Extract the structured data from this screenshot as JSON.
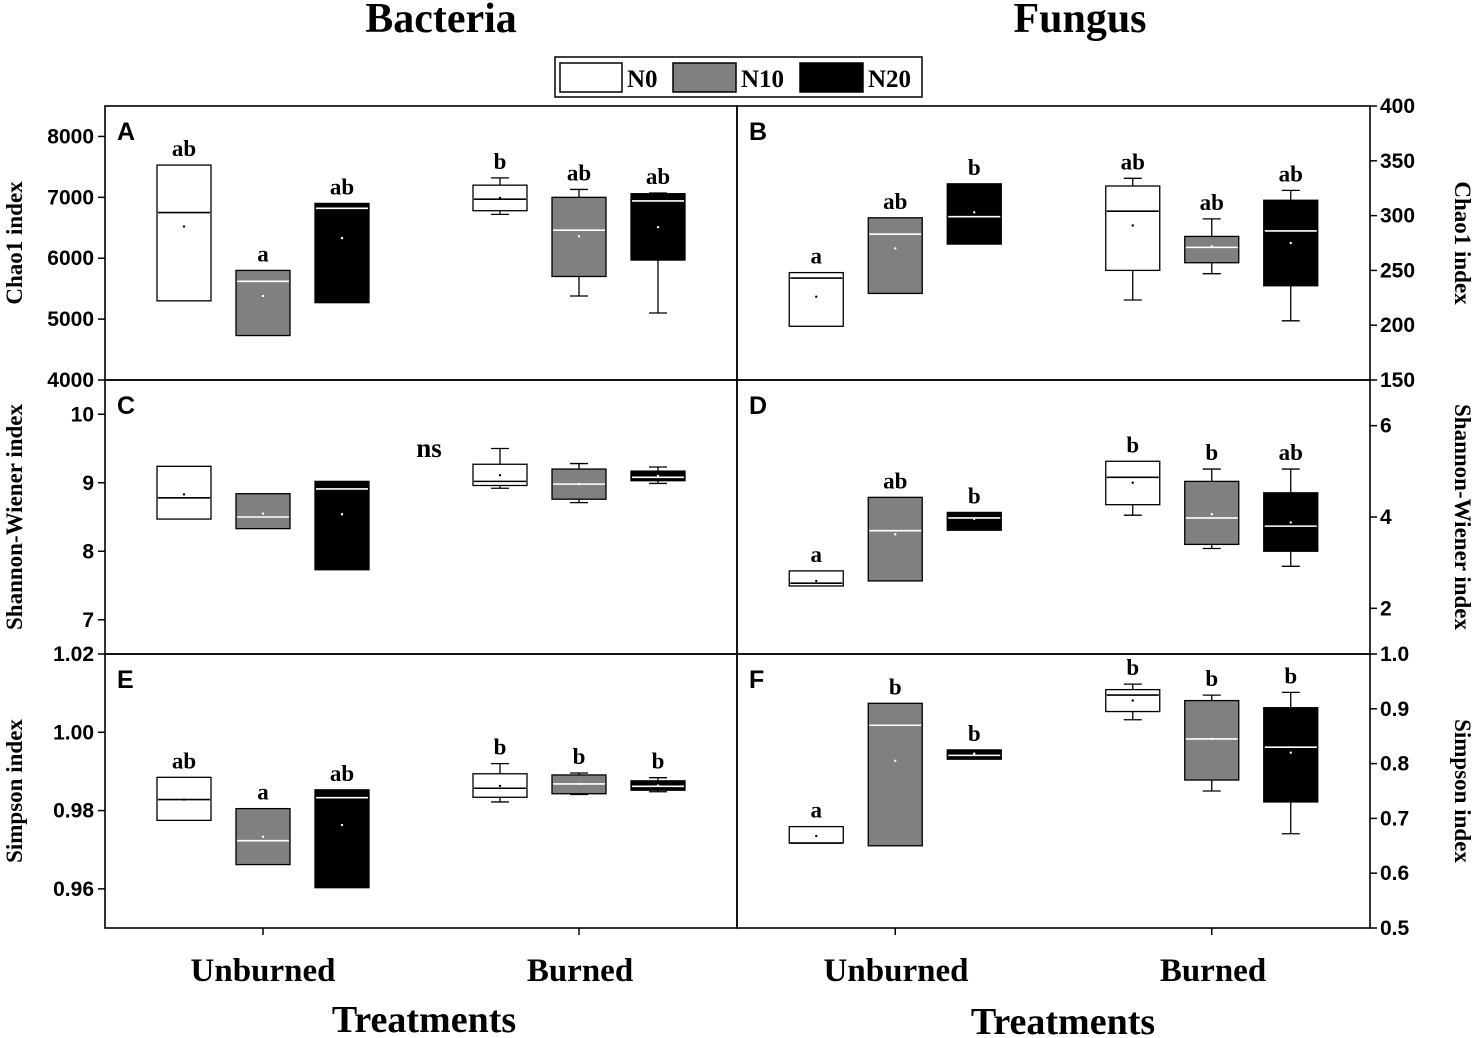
{
  "figure": {
    "column_titles": [
      "Bacteria",
      "Fungus"
    ],
    "x_title": "Treatments"
  },
  "legend": [
    {
      "name": "N0",
      "color": "#ffffff"
    },
    {
      "name": "N10",
      "color": "#808080"
    },
    {
      "name": "N20",
      "color": "#000000"
    }
  ],
  "chart_data": [
    {
      "type": "box",
      "panel": "A",
      "ylabel": "Chao1 index",
      "ylim": [
        4000,
        8500
      ],
      "yticks": [
        4000,
        5000,
        6000,
        7000,
        8000
      ],
      "categories": [
        "Unburned",
        "Burned"
      ],
      "boxes": [
        {
          "category": "Unburned",
          "series": "N0",
          "whisker_low": 5300,
          "q1": 5300,
          "median": 6750,
          "q3": 7530,
          "whisker_high": 7530,
          "mean": 6520,
          "sig": "ab"
        },
        {
          "category": "Unburned",
          "series": "N10",
          "whisker_low": 4730,
          "q1": 4730,
          "median": 5620,
          "q3": 5800,
          "whisker_high": 5800,
          "mean": 5380,
          "sig": "a"
        },
        {
          "category": "Unburned",
          "series": "N20",
          "whisker_low": 5270,
          "q1": 5270,
          "median": 6820,
          "q3": 6900,
          "whisker_high": 6900,
          "mean": 6330,
          "sig": "ab"
        },
        {
          "category": "Burned",
          "series": "N0",
          "whisker_low": 6720,
          "q1": 6780,
          "median": 6970,
          "q3": 7200,
          "whisker_high": 7320,
          "mean": 6990,
          "sig": "b"
        },
        {
          "category": "Burned",
          "series": "N10",
          "whisker_low": 5380,
          "q1": 5700,
          "median": 6460,
          "q3": 7000,
          "whisker_high": 7130,
          "mean": 6360,
          "sig": "ab"
        },
        {
          "category": "Burned",
          "series": "N20",
          "whisker_low": 5100,
          "q1": 5970,
          "median": 6940,
          "q3": 7060,
          "whisker_high": 7070,
          "mean": 6510,
          "sig": "ab"
        }
      ]
    },
    {
      "type": "box",
      "panel": "B",
      "ylabel": "Chao1 index",
      "ylim": [
        150,
        400
      ],
      "yticks": [
        150,
        200,
        250,
        300,
        350,
        400
      ],
      "categories": [
        "Unburned",
        "Burned"
      ],
      "boxes": [
        {
          "category": "Unburned",
          "series": "N0",
          "whisker_low": 199,
          "q1": 199,
          "median": 243,
          "q3": 248,
          "whisker_high": 248,
          "mean": 226,
          "sig": "a"
        },
        {
          "category": "Unburned",
          "series": "N10",
          "whisker_low": 229,
          "q1": 229,
          "median": 283,
          "q3": 298,
          "whisker_high": 298,
          "mean": 270,
          "sig": "ab"
        },
        {
          "category": "Unburned",
          "series": "N20",
          "whisker_low": 274,
          "q1": 274,
          "median": 299,
          "q3": 329,
          "whisker_high": 329,
          "mean": 303,
          "sig": "b"
        },
        {
          "category": "Burned",
          "series": "N0",
          "whisker_low": 223,
          "q1": 250,
          "median": 304,
          "q3": 327,
          "whisker_high": 334,
          "mean": 291,
          "sig": "ab"
        },
        {
          "category": "Burned",
          "series": "N10",
          "whisker_low": 247,
          "q1": 257,
          "median": 271,
          "q3": 281,
          "whisker_high": 297,
          "mean": 272,
          "sig": "ab"
        },
        {
          "category": "Burned",
          "series": "N20",
          "whisker_low": 204,
          "q1": 236,
          "median": 286,
          "q3": 314,
          "whisker_high": 323,
          "mean": 275,
          "sig": "ab"
        }
      ]
    },
    {
      "type": "box",
      "panel": "C",
      "ylabel": "Shannon-Wiener index",
      "ylim": [
        6.5,
        10.5
      ],
      "yticks": [
        7,
        8,
        9,
        10
      ],
      "categories": [
        "Unburned",
        "Burned"
      ],
      "annotations": [
        "ns"
      ],
      "boxes": [
        {
          "category": "Unburned",
          "series": "N0",
          "whisker_low": 8.47,
          "q1": 8.47,
          "median": 8.78,
          "q3": 9.24,
          "whisker_high": 9.24,
          "mean": 8.83,
          "sig": ""
        },
        {
          "category": "Unburned",
          "series": "N10",
          "whisker_low": 8.33,
          "q1": 8.33,
          "median": 8.5,
          "q3": 8.84,
          "whisker_high": 8.84,
          "mean": 8.55,
          "sig": ""
        },
        {
          "category": "Unburned",
          "series": "N20",
          "whisker_low": 7.73,
          "q1": 7.73,
          "median": 8.91,
          "q3": 9.02,
          "whisker_high": 9.02,
          "mean": 8.54,
          "sig": ""
        },
        {
          "category": "Burned",
          "series": "N0",
          "whisker_low": 8.92,
          "q1": 8.96,
          "median": 9.02,
          "q3": 9.27,
          "whisker_high": 9.5,
          "mean": 9.11,
          "sig": ""
        },
        {
          "category": "Burned",
          "series": "N10",
          "whisker_low": 8.71,
          "q1": 8.76,
          "median": 8.98,
          "q3": 9.2,
          "whisker_high": 9.28,
          "mean": 8.98,
          "sig": ""
        },
        {
          "category": "Burned",
          "series": "N20",
          "whisker_low": 8.99,
          "q1": 9.03,
          "median": 9.08,
          "q3": 9.17,
          "whisker_high": 9.23,
          "mean": 9.1,
          "sig": ""
        }
      ]
    },
    {
      "type": "box",
      "panel": "D",
      "ylabel": "Shannon-Wiener index",
      "ylim": [
        1.0,
        7.0
      ],
      "yticks": [
        1.0,
        2,
        4,
        6
      ],
      "ytick_labels": [
        "1.0",
        "2",
        "4",
        "6"
      ],
      "categories": [
        "Unburned",
        "Burned"
      ],
      "boxes": [
        {
          "category": "Unburned",
          "series": "N0",
          "whisker_low": 2.49,
          "q1": 2.49,
          "median": 2.55,
          "q3": 2.82,
          "whisker_high": 2.82,
          "mean": 2.6,
          "sig": "a"
        },
        {
          "category": "Unburned",
          "series": "N10",
          "whisker_low": 2.6,
          "q1": 2.6,
          "median": 3.7,
          "q3": 4.43,
          "whisker_high": 4.43,
          "mean": 3.62,
          "sig": "ab"
        },
        {
          "category": "Unburned",
          "series": "N20",
          "whisker_low": 3.71,
          "q1": 3.71,
          "median": 3.98,
          "q3": 4.1,
          "whisker_high": 4.1,
          "mean": 3.96,
          "sig": "b"
        },
        {
          "category": "Burned",
          "series": "N0",
          "whisker_low": 4.04,
          "q1": 4.27,
          "median": 4.87,
          "q3": 5.22,
          "whisker_high": 5.22,
          "mean": 4.75,
          "sig": "b"
        },
        {
          "category": "Burned",
          "series": "N10",
          "whisker_low": 3.31,
          "q1": 3.4,
          "median": 3.98,
          "q3": 4.78,
          "whisker_high": 5.05,
          "mean": 4.06,
          "sig": "b"
        },
        {
          "category": "Burned",
          "series": "N20",
          "whisker_low": 2.92,
          "q1": 3.25,
          "median": 3.8,
          "q3": 4.53,
          "whisker_high": 5.05,
          "mean": 3.88,
          "sig": "ab"
        }
      ]
    },
    {
      "type": "box",
      "panel": "E",
      "ylabel": "Simpson index",
      "ylim": [
        0.95,
        1.02
      ],
      "yticks": [
        0.96,
        0.98,
        1.0,
        1.02
      ],
      "ytick_labels": [
        "0.96",
        "0.98",
        "1.00",
        "1.02"
      ],
      "categories": [
        "Unburned",
        "Burned"
      ],
      "boxes": [
        {
          "category": "Unburned",
          "series": "N0",
          "whisker_low": 0.9775,
          "q1": 0.9775,
          "median": 0.9828,
          "q3": 0.9885,
          "whisker_high": 0.9885,
          "mean": 0.9828,
          "sig": "ab"
        },
        {
          "category": "Unburned",
          "series": "N10",
          "whisker_low": 0.9662,
          "q1": 0.9662,
          "median": 0.9723,
          "q3": 0.9805,
          "whisker_high": 0.9805,
          "mean": 0.9733,
          "sig": "a"
        },
        {
          "category": "Unburned",
          "series": "N20",
          "whisker_low": 0.9603,
          "q1": 0.9603,
          "median": 0.9833,
          "q3": 0.9853,
          "whisker_high": 0.9853,
          "mean": 0.9763,
          "sig": "ab"
        },
        {
          "category": "Burned",
          "series": "N0",
          "whisker_low": 0.9822,
          "q1": 0.9834,
          "median": 0.9857,
          "q3": 0.9894,
          "whisker_high": 0.992,
          "mean": 0.9863,
          "sig": "b"
        },
        {
          "category": "Burned",
          "series": "N10",
          "whisker_low": 0.9841,
          "q1": 0.9843,
          "median": 0.9868,
          "q3": 0.9891,
          "whisker_high": 0.9896,
          "mean": 0.9868,
          "sig": "b"
        },
        {
          "category": "Burned",
          "series": "N20",
          "whisker_low": 0.9848,
          "q1": 0.9852,
          "median": 0.9862,
          "q3": 0.9876,
          "whisker_high": 0.9884,
          "mean": 0.9864,
          "sig": "b"
        }
      ]
    },
    {
      "type": "box",
      "panel": "F",
      "ylabel": "Simpson index",
      "ylim": [
        0.5,
        1.0
      ],
      "yticks": [
        0.5,
        0.6,
        0.7,
        0.8,
        0.9
      ],
      "categories": [
        "Unburned",
        "Burned"
      ],
      "boxes": [
        {
          "category": "Unburned",
          "series": "N0",
          "whisker_low": 0.655,
          "q1": 0.655,
          "median": 0.655,
          "q3": 0.685,
          "whisker_high": 0.685,
          "mean": 0.668,
          "sig": "a"
        },
        {
          "category": "Unburned",
          "series": "N10",
          "whisker_low": 0.65,
          "q1": 0.65,
          "median": 0.87,
          "q3": 0.91,
          "whisker_high": 0.91,
          "mean": 0.805,
          "sig": "b"
        },
        {
          "category": "Unburned",
          "series": "N20",
          "whisker_low": 0.808,
          "q1": 0.808,
          "median": 0.815,
          "q3": 0.825,
          "whisker_high": 0.825,
          "mean": 0.818,
          "sig": "b"
        },
        {
          "category": "Burned",
          "series": "N0",
          "whisker_low": 0.88,
          "q1": 0.895,
          "median": 0.925,
          "q3": 0.935,
          "whisker_high": 0.945,
          "mean": 0.915,
          "sig": "b"
        },
        {
          "category": "Burned",
          "series": "N10",
          "whisker_low": 0.75,
          "q1": 0.77,
          "median": 0.845,
          "q3": 0.915,
          "whisker_high": 0.925,
          "mean": 0.845,
          "sig": "b"
        },
        {
          "category": "Burned",
          "series": "N20",
          "whisker_low": 0.672,
          "q1": 0.73,
          "median": 0.83,
          "q3": 0.902,
          "whisker_high": 0.93,
          "mean": 0.82,
          "sig": "b"
        }
      ]
    }
  ]
}
